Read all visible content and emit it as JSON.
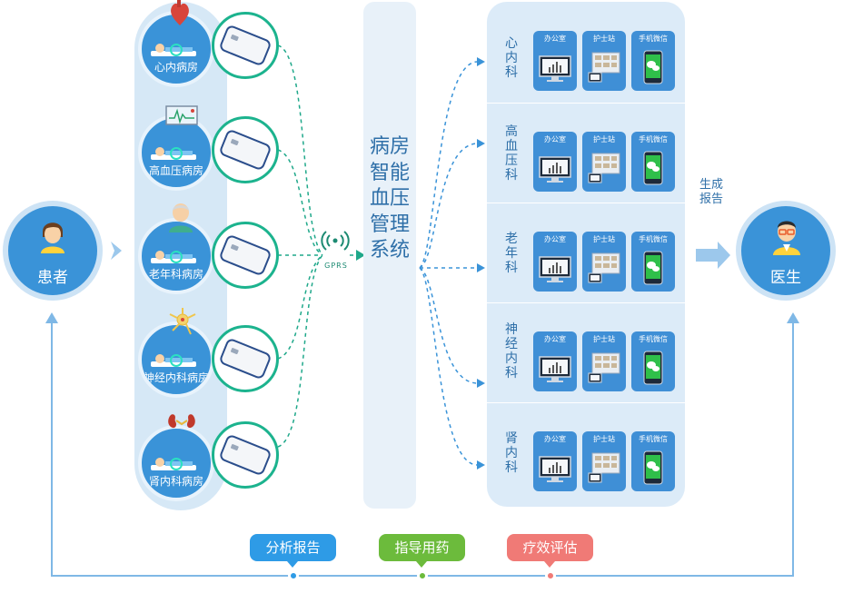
{
  "patient": {
    "label": "患者"
  },
  "doctor": {
    "label": "医生"
  },
  "wards": [
    {
      "label": "心内病房",
      "icon": "heart-icon"
    },
    {
      "label": "高血压病房",
      "icon": "monitor-icon"
    },
    {
      "label": "老年科病房",
      "icon": "elderly-icon"
    },
    {
      "label": "神经内科病房",
      "icon": "neuron-icon"
    },
    {
      "label": "肾内科病房",
      "icon": "kidney-icon"
    }
  ],
  "gprs": {
    "label": "GPRS",
    "icon": "wireless-signal-icon"
  },
  "system": {
    "title": "病房智能血压管理系统"
  },
  "departments": [
    {
      "name": "心内科"
    },
    {
      "name": "高血压科"
    },
    {
      "name": "老年科"
    },
    {
      "name": "神经内科"
    },
    {
      "name": "肾内科"
    }
  ],
  "terminals": {
    "office": "办公室",
    "nurse_station": "护士站",
    "wechat": "手机微信"
  },
  "report": {
    "label": "生成报告"
  },
  "bottom_pills": [
    {
      "label": "分析报告",
      "color": "#2e9be6"
    },
    {
      "label": "指导用药",
      "color": "#6cbb3c"
    },
    {
      "label": "疗效评估",
      "color": "#f07a76"
    }
  ],
  "colors": {
    "primary_blue": "#3a93d8",
    "teal": "#1cb38e",
    "light_panel": "#d6e8f6",
    "text_blue": "#2e6fa8",
    "line_blue": "#7fb8e6"
  }
}
